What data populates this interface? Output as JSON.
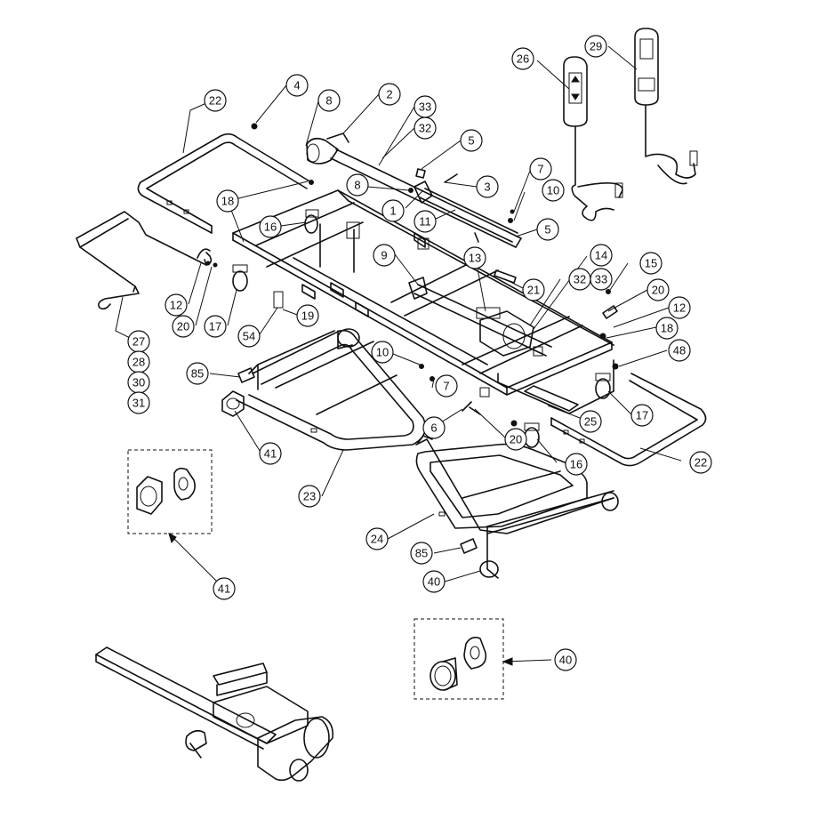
{
  "callouts": [
    {
      "id": "c-4",
      "label": "4"
    },
    {
      "id": "c-22a",
      "label": "22"
    },
    {
      "id": "c-8a",
      "label": "8"
    },
    {
      "id": "c-2",
      "label": "2"
    },
    {
      "id": "c-33a",
      "label": "33"
    },
    {
      "id": "c-32a",
      "label": "32"
    },
    {
      "id": "c-5a",
      "label": "5"
    },
    {
      "id": "c-3",
      "label": "3"
    },
    {
      "id": "c-8b",
      "label": "8"
    },
    {
      "id": "c-1",
      "label": "1"
    },
    {
      "id": "c-7a",
      "label": "7"
    },
    {
      "id": "c-10a",
      "label": "10"
    },
    {
      "id": "c-11",
      "label": "11"
    },
    {
      "id": "c-5b",
      "label": "5"
    },
    {
      "id": "c-18a",
      "label": "18"
    },
    {
      "id": "c-16a",
      "label": "16"
    },
    {
      "id": "c-26",
      "label": "26"
    },
    {
      "id": "c-29",
      "label": "29"
    },
    {
      "id": "c-9",
      "label": "9"
    },
    {
      "id": "c-13",
      "label": "13"
    },
    {
      "id": "c-14",
      "label": "14"
    },
    {
      "id": "c-15",
      "label": "15"
    },
    {
      "id": "c-21",
      "label": "21"
    },
    {
      "id": "c-32b",
      "label": "32"
    },
    {
      "id": "c-33b",
      "label": "33"
    },
    {
      "id": "c-20a",
      "label": "20"
    },
    {
      "id": "c-12a",
      "label": "12"
    },
    {
      "id": "c-18b",
      "label": "18"
    },
    {
      "id": "c-48",
      "label": "48"
    },
    {
      "id": "c-12b",
      "label": "12"
    },
    {
      "id": "c-20b",
      "label": "20"
    },
    {
      "id": "c-17a",
      "label": "17"
    },
    {
      "id": "c-19",
      "label": "19"
    },
    {
      "id": "c-54",
      "label": "54"
    },
    {
      "id": "c-27",
      "label": "27"
    },
    {
      "id": "c-28",
      "label": "28"
    },
    {
      "id": "c-30",
      "label": "30"
    },
    {
      "id": "c-31",
      "label": "31"
    },
    {
      "id": "c-85a",
      "label": "85"
    },
    {
      "id": "c-10b",
      "label": "10"
    },
    {
      "id": "c-7b",
      "label": "7"
    },
    {
      "id": "c-6",
      "label": "6"
    },
    {
      "id": "c-20c",
      "label": "20"
    },
    {
      "id": "c-25",
      "label": "25"
    },
    {
      "id": "c-17b",
      "label": "17"
    },
    {
      "id": "c-41a",
      "label": "41"
    },
    {
      "id": "c-16b",
      "label": "16"
    },
    {
      "id": "c-22b",
      "label": "22"
    },
    {
      "id": "c-23",
      "label": "23"
    },
    {
      "id": "c-24",
      "label": "24"
    },
    {
      "id": "c-85b",
      "label": "85"
    },
    {
      "id": "c-40a",
      "label": "40"
    },
    {
      "id": "c-41b",
      "label": "41"
    },
    {
      "id": "c-40b",
      "label": "40"
    }
  ]
}
